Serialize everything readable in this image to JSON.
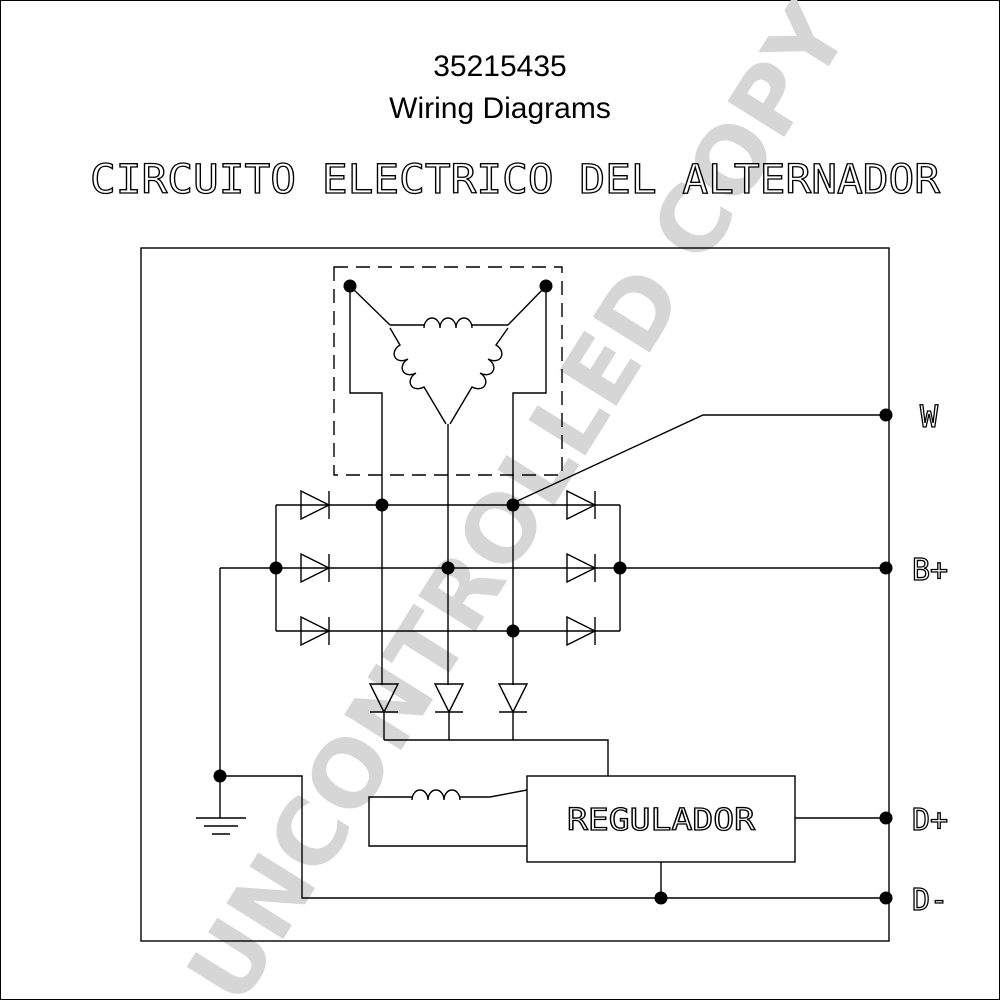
{
  "header": {
    "part_number": "35215435",
    "title": "Wiring Diagrams",
    "subtitle": "CIRCUITO ELECTRICO DEL ALTERNADOR"
  },
  "diagram": {
    "regulator_label": "REGULADOR",
    "terminals": {
      "w": "W",
      "b_plus": "B+",
      "d_plus": "D+",
      "d_minus": "D-"
    }
  },
  "watermark": "UNCONTROLLED COPY",
  "colors": {
    "ink": "#000000",
    "watermark": "#d6d6d6",
    "background": "#ffffff"
  }
}
